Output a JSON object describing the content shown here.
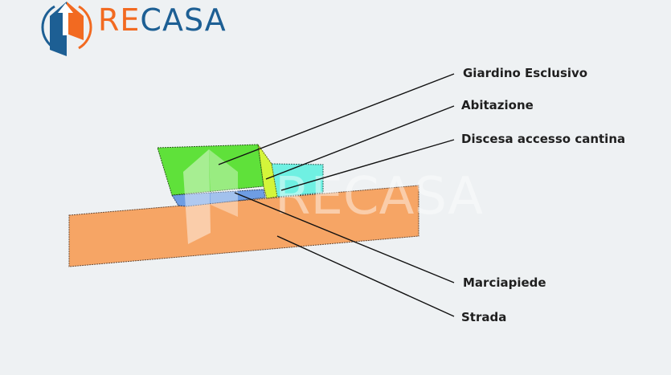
{
  "logo": {
    "part_re": "RE",
    "part_casa": "CASA",
    "colors": {
      "orange": "#f26a21",
      "blue": "#1d5f94"
    }
  },
  "watermark": {
    "text": "RECASA"
  },
  "labels": {
    "giardino": "Giardino Esclusivo",
    "abitazione": "Abitazione",
    "discesa": "Discesa accesso cantina",
    "marciapiede": "Marciapiede",
    "strada": "Strada"
  },
  "colors": {
    "strada": "#f6a565",
    "marciapiede": "#6e9de3",
    "giardino": "#5fe13a",
    "abitazione": "#d4f53a",
    "discesa": "#6ff0e2"
  }
}
